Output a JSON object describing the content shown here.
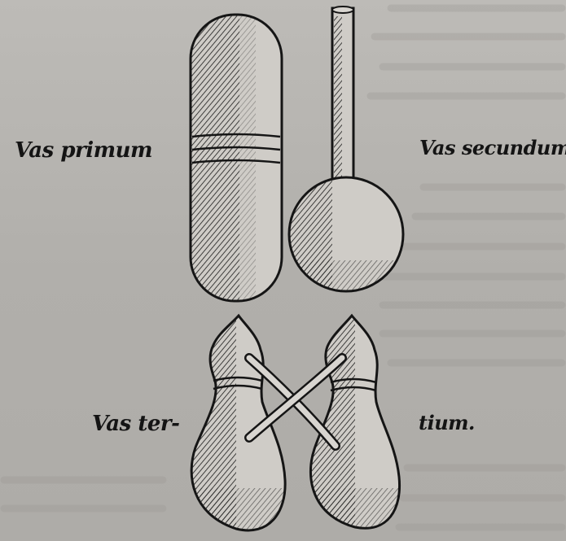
{
  "captions": {
    "vessel_first": "Vas primum",
    "vessel_second": "Vas secundum",
    "vessel_third_part1": "Vas ter-",
    "vessel_third_part2": "tium."
  }
}
